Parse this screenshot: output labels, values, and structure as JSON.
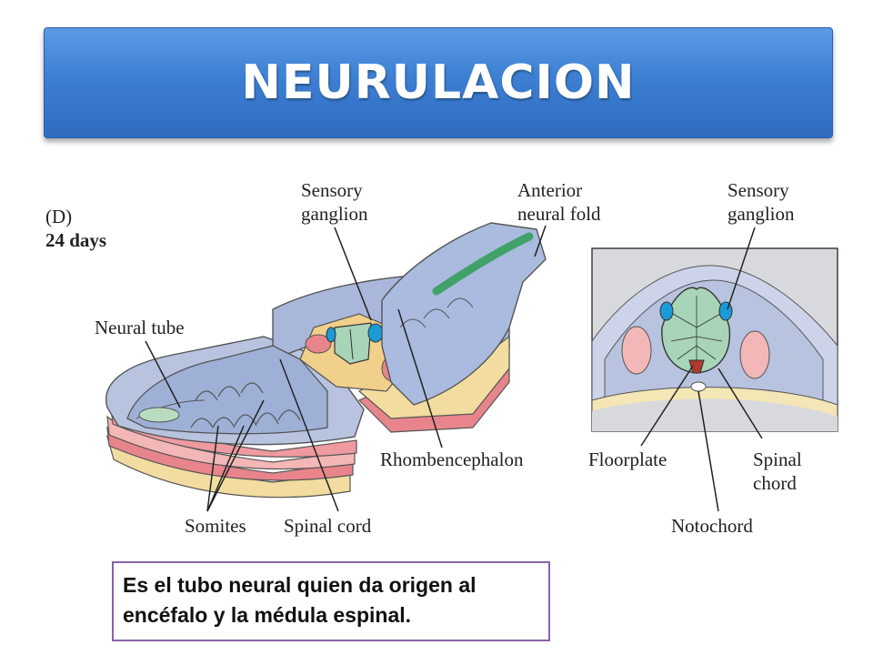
{
  "title": "NEURULACION",
  "figure": {
    "panel_letter": "(D)",
    "panel_age": "24 days",
    "labels": {
      "sensory_ganglion_left": "Sensory\nganglion",
      "anterior_neural_fold": "Anterior\nneural fold",
      "sensory_ganglion_right": "Sensory\nganglion",
      "neural_tube": "Neural tube",
      "rhombencephalon": "Rhombencephalon",
      "floorplate": "Floorplate",
      "spinal_chord": "Spinal\nchord",
      "somites": "Somites",
      "spinal_cord": "Spinal cord",
      "notochord": "Notochord"
    }
  },
  "caption": "Es el tubo neural quien da origen al encéfalo y la médula espinal."
}
